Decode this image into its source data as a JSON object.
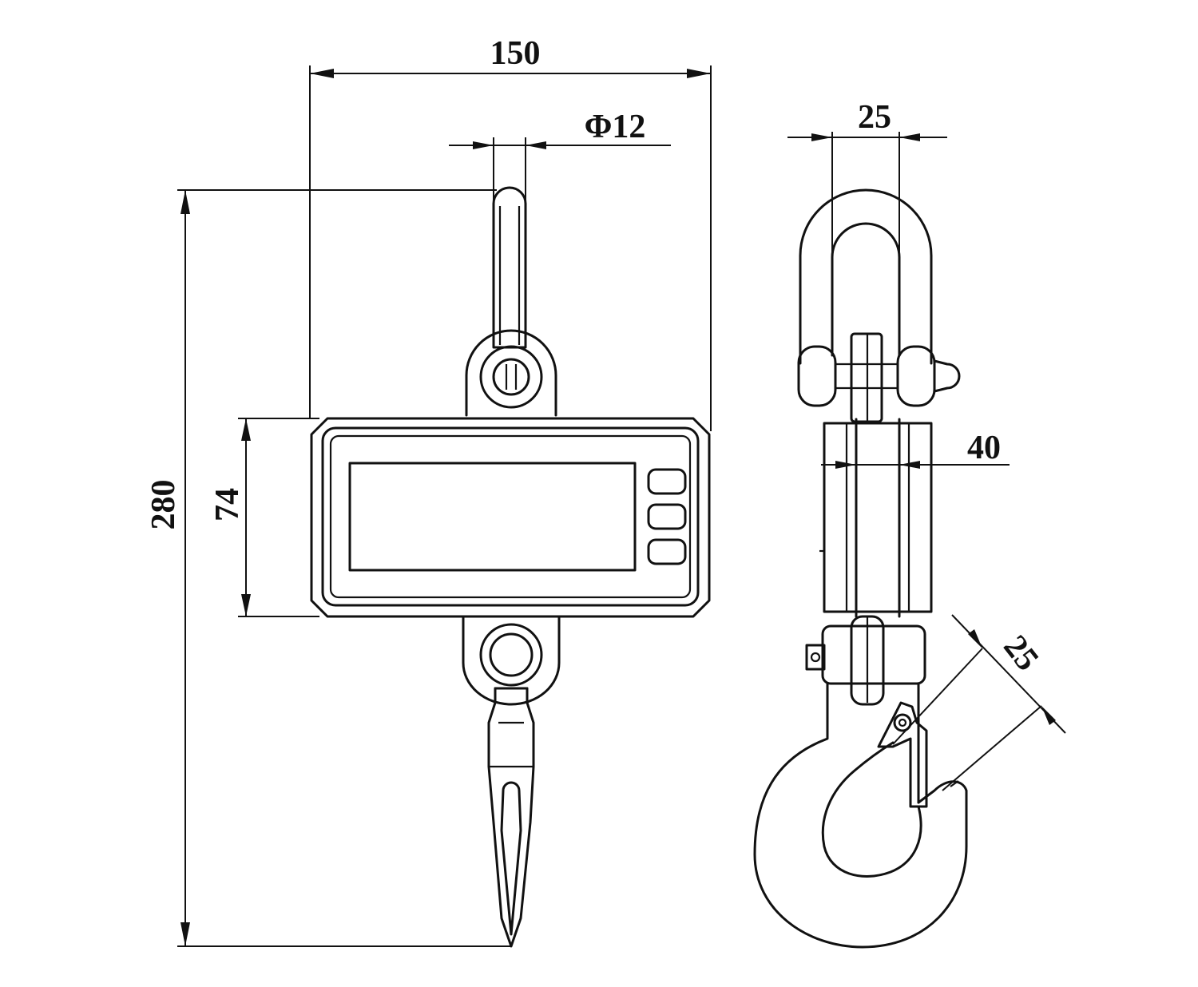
{
  "front_view": {
    "dimensions": {
      "width": "150",
      "ring_diameter": "Φ12",
      "total_height": "280",
      "body_height": "74"
    }
  },
  "side_view": {
    "dimensions": {
      "shackle_width": "25",
      "body_depth": "40",
      "hook_opening": "25"
    }
  }
}
